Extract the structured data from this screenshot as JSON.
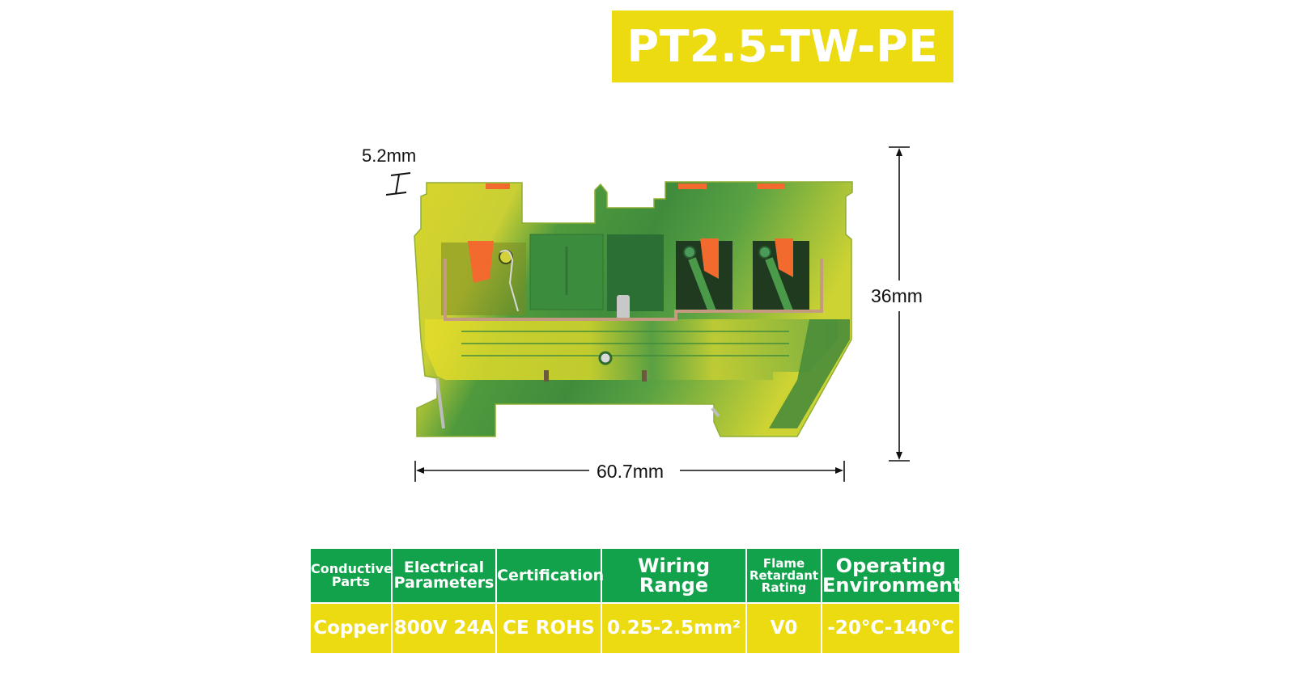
{
  "title": {
    "text": "PT2.5-TW-PE",
    "background": "#ecdb10",
    "color": "#ffffff"
  },
  "dimensions": {
    "width_label": "60.7mm",
    "height_label": "36mm",
    "thickness_label": "5.2mm"
  },
  "product_image": {
    "description": "Green-yellow PE ground push-in terminal block, side view",
    "body_colors": [
      "#d9d62a",
      "#4e9a3a",
      "#2f7d3a"
    ],
    "actuator_color": "#f26a2e"
  },
  "spec_table": {
    "header_background": "#12a24b",
    "body_background": "#ecdb10",
    "columns": [
      {
        "header": [
          "Conductive",
          "Parts"
        ],
        "value": "Copper"
      },
      {
        "header": [
          "Electrical",
          "Parameters"
        ],
        "value": "800V 24A"
      },
      {
        "header": [
          "Certification"
        ],
        "value": "CE ROHS"
      },
      {
        "header": [
          "Wiring Range"
        ],
        "value": "0.25-2.5mm²"
      },
      {
        "header": [
          "Flame",
          "Retardant",
          "Rating"
        ],
        "value": "V0"
      },
      {
        "header": [
          "Operating",
          "Environment"
        ],
        "value": "-20°C-140°C"
      }
    ]
  }
}
